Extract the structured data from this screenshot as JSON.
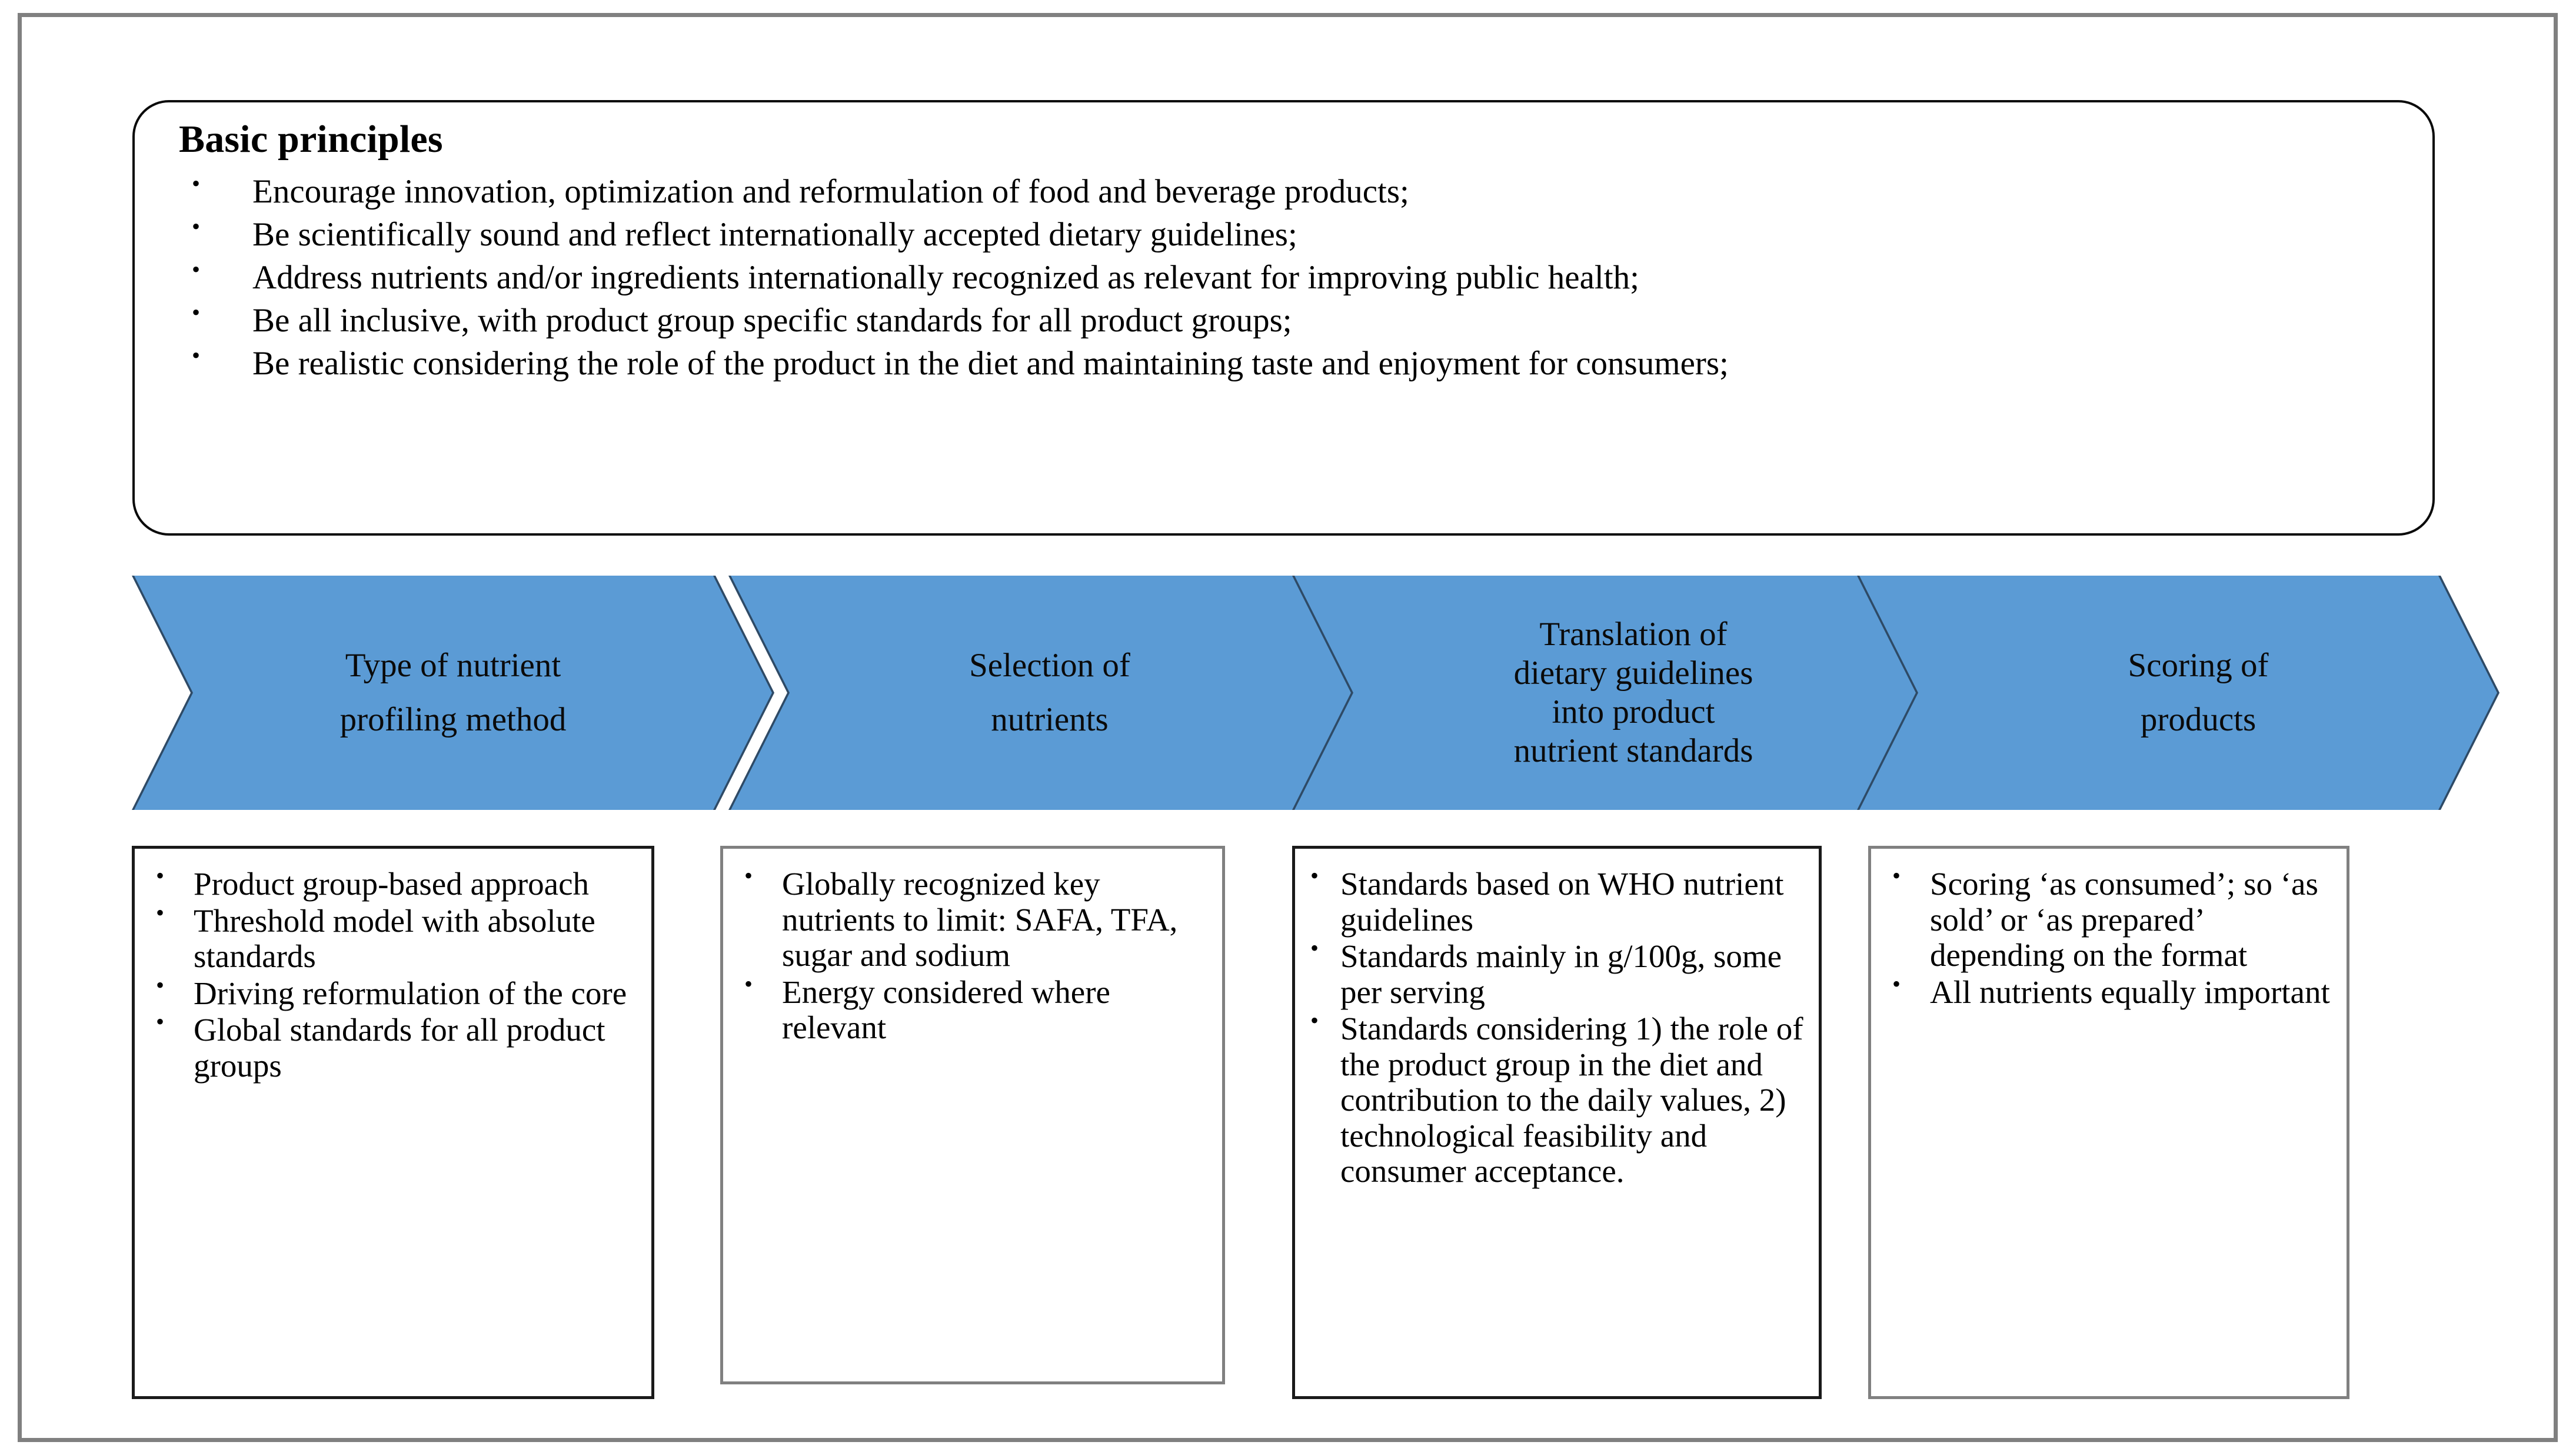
{
  "principles": {
    "title": "Basic principles",
    "bullets": [
      "Encourage innovation, optimization and reformulation of food and beverage products;",
      "Be scientifically sound and reflect internationally accepted dietary guidelines;",
      "Address nutrients and/or ingredients internationally recognized as relevant for improving public health;",
      "Be all inclusive, with product group specific standards for all product groups;",
      "Be realistic considering the role of the product in the diet and maintaining taste and enjoyment for consumers;"
    ]
  },
  "steps": [
    {
      "label_lines": [
        "Type of nutrient",
        "profiling method"
      ],
      "details": [
        "Product group-based approach",
        "Threshold model with absolute standards",
        "Driving reformulation of the core",
        "Global standards for all product groups"
      ]
    },
    {
      "label_lines": [
        "Selection of",
        "nutrients"
      ],
      "details": [
        "Globally recognized key nutrients to limit: SAFA, TFA, sugar and sodium",
        "Energy considered where relevant"
      ]
    },
    {
      "label_lines": [
        "Translation of",
        "dietary guidelines",
        "into product",
        "nutrient standards"
      ],
      "details": [
        "Standards based on WHO nutrient guidelines",
        "Standards mainly in g/100g, some per serving",
        "Standards considering 1) the role of the product group in the diet and contribution to the daily values, 2) technological feasibility and consumer acceptance."
      ]
    },
    {
      "label_lines": [
        "Scoring of",
        "products"
      ],
      "details": [
        "Scoring ‘as consumed’; so ‘as sold’ or ‘as prepared’ depending on the format",
        "All nutrients equally important"
      ]
    }
  ],
  "colors": {
    "chevron_fill": "#5B9BD5",
    "chevron_border": "#2E4A66",
    "box_border": "#808080",
    "frame_border": "#808080",
    "principles_border": "#0a0a0a",
    "text": "#000000"
  }
}
